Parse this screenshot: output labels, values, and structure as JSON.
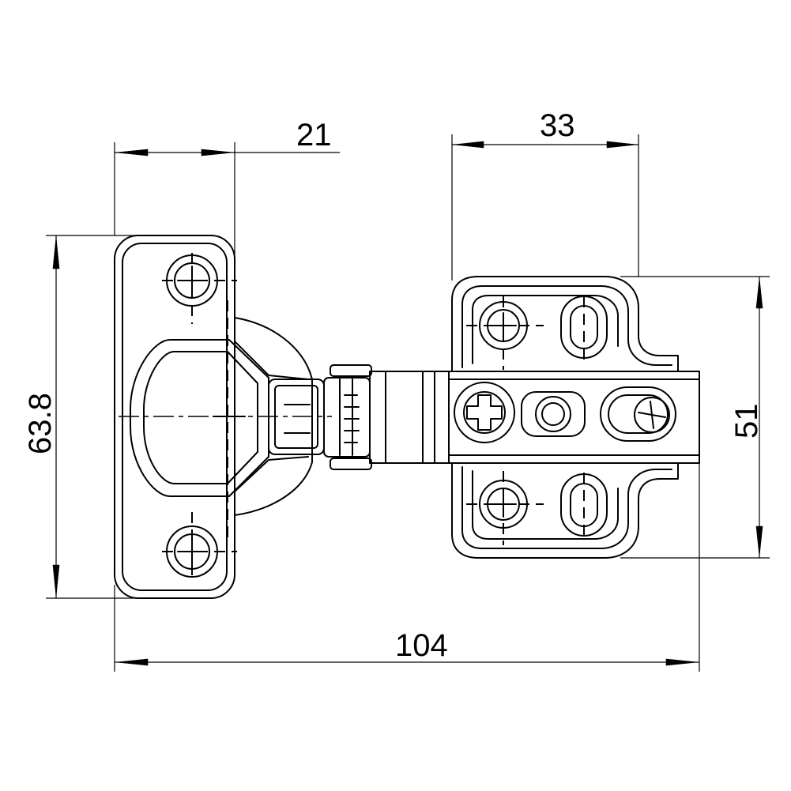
{
  "dimensions": {
    "top_left": "21",
    "top_right": "33",
    "left_height": "63.8",
    "right_height": "51",
    "overall_width": "104"
  }
}
